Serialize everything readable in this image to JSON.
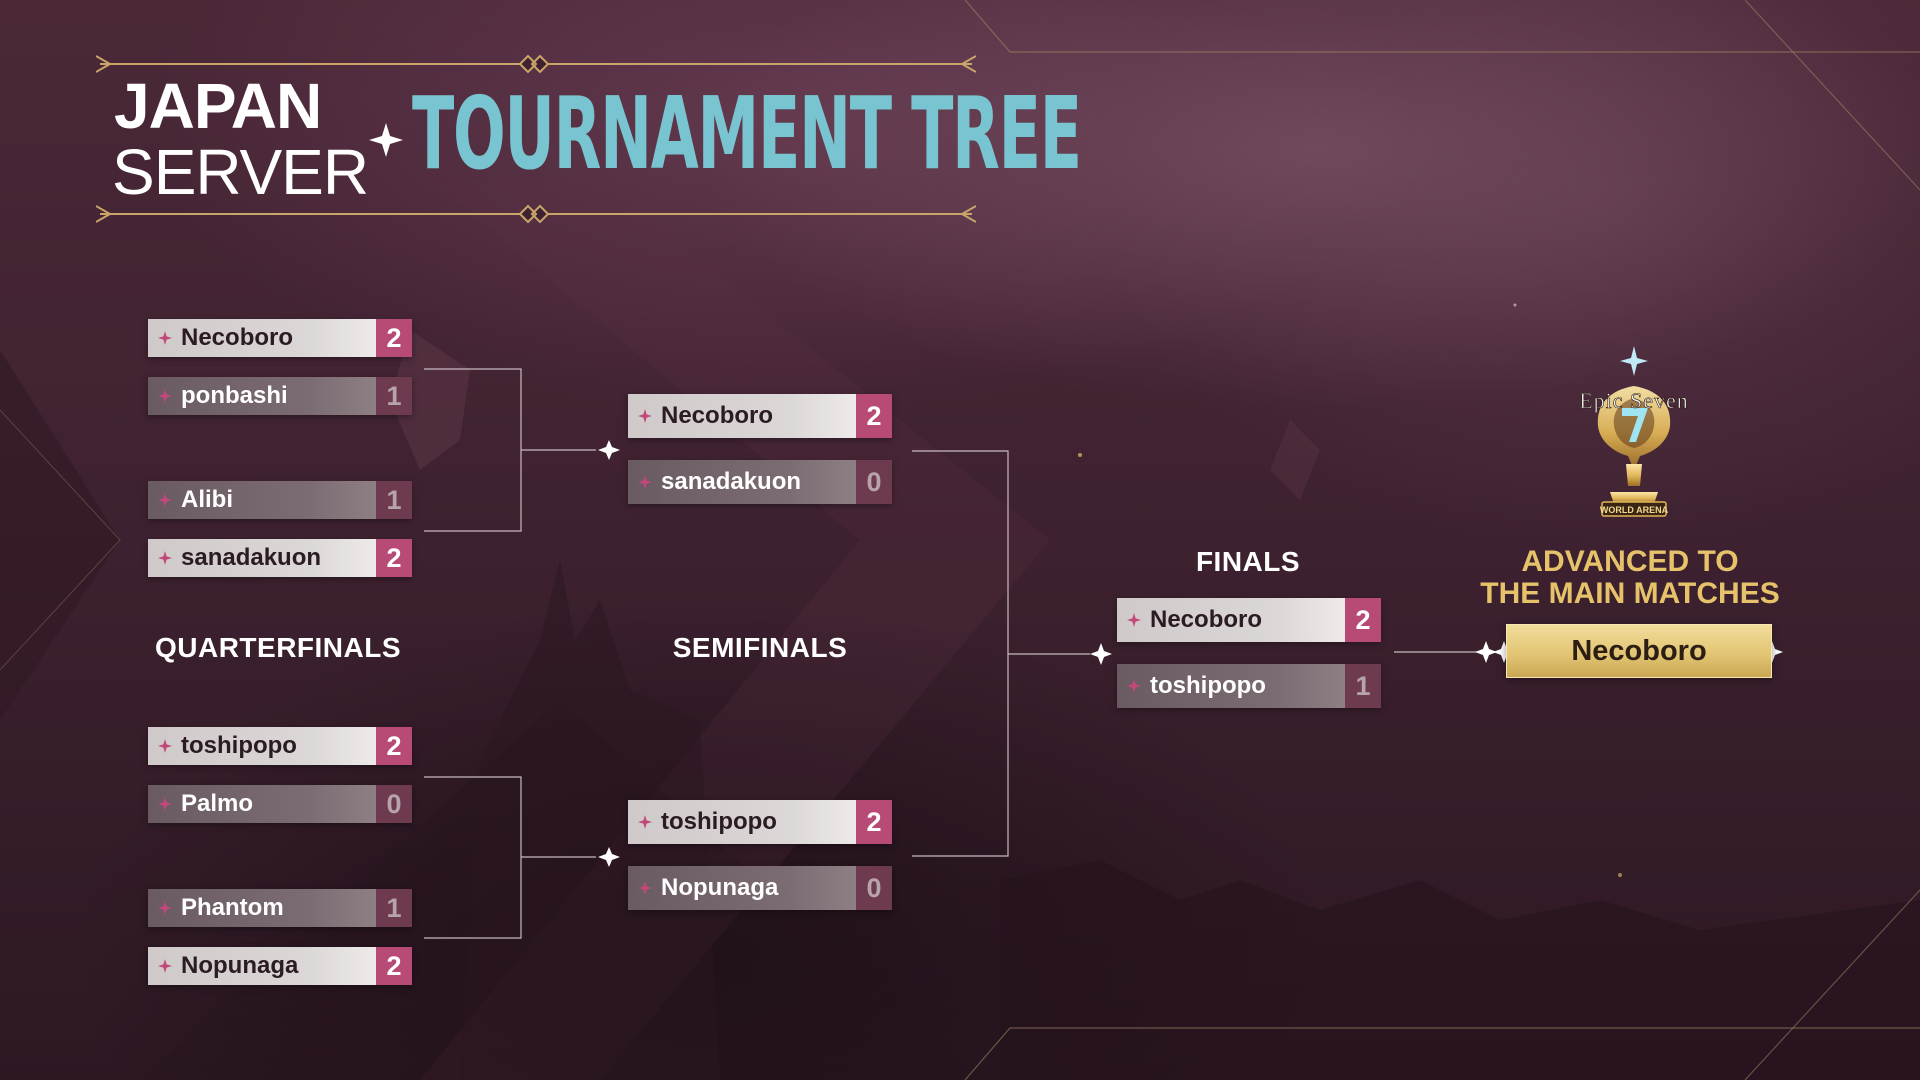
{
  "header": {
    "region_line1": "JAPAN",
    "region_line2": "SERVER",
    "title": "TOURNAMENT TREE"
  },
  "colors": {
    "background": "#3f2231",
    "title_accent": "#78c4d0",
    "gold": "#e6c36a",
    "winner_score": "#b84a76",
    "loser_score": "#6e3a50"
  },
  "rounds": {
    "quarterfinals": {
      "label": "QUARTERFINALS",
      "matches": [
        {
          "players": [
            {
              "name": "Necoboro",
              "score": "2",
              "winner": true
            },
            {
              "name": "ponbashi",
              "score": "1",
              "winner": false
            }
          ]
        },
        {
          "players": [
            {
              "name": "Alibi",
              "score": "1",
              "winner": false
            },
            {
              "name": "sanadakuon",
              "score": "2",
              "winner": true
            }
          ]
        },
        {
          "players": [
            {
              "name": "toshipopo",
              "score": "2",
              "winner": true
            },
            {
              "name": "Palmo",
              "score": "0",
              "winner": false
            }
          ]
        },
        {
          "players": [
            {
              "name": "Phantom",
              "score": "1",
              "winner": false
            },
            {
              "name": "Nopunaga",
              "score": "2",
              "winner": true
            }
          ]
        }
      ]
    },
    "semifinals": {
      "label": "SEMIFINALS",
      "matches": [
        {
          "players": [
            {
              "name": "Necoboro",
              "score": "2",
              "winner": true
            },
            {
              "name": "sanadakuon",
              "score": "0",
              "winner": false
            }
          ]
        },
        {
          "players": [
            {
              "name": "toshipopo",
              "score": "2",
              "winner": true
            },
            {
              "name": "Nopunaga",
              "score": "0",
              "winner": false
            }
          ]
        }
      ]
    },
    "finals": {
      "label": "FINALS",
      "matches": [
        {
          "players": [
            {
              "name": "Necoboro",
              "score": "2",
              "winner": true
            },
            {
              "name": "toshipopo",
              "score": "1",
              "winner": false
            }
          ]
        }
      ]
    }
  },
  "advanced": {
    "heading_line1": "ADVANCED TO",
    "heading_line2": "THE MAIN MATCHES",
    "winner": "Necoboro"
  },
  "logo": {
    "name": "Epic Seven",
    "subtitle": "WORLD ARENA",
    "icon": "trophy-logo-icon"
  }
}
